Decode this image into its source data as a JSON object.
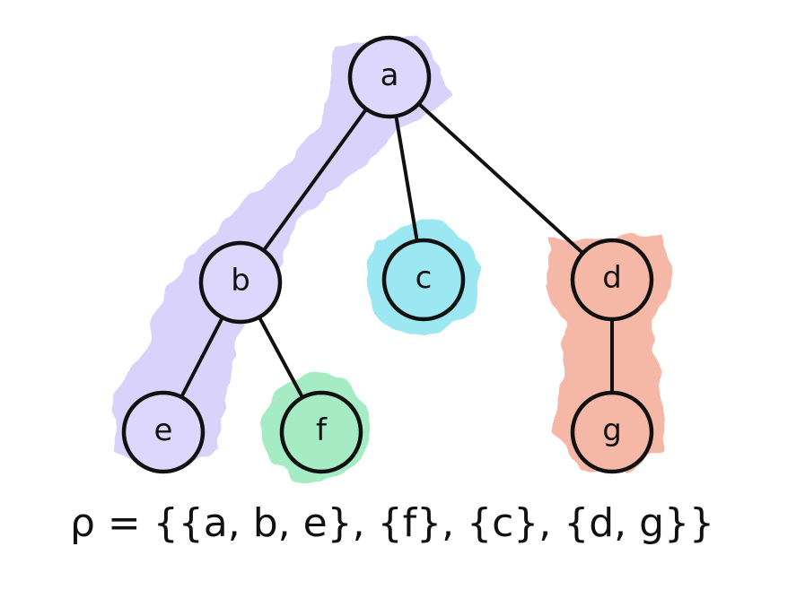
{
  "diagram": {
    "colors": {
      "purple_highlight": "#d9d2fb",
      "purple_node": "#ddd6fd",
      "cyan_highlight": "#9be7f2",
      "green_highlight": "#a5ecc4",
      "salmon_highlight": "#f6b8a6",
      "white_node": "#ffffff",
      "ink": "#111111"
    },
    "nodes": [
      {
        "id": "a",
        "label": "a",
        "fill": "purple_node"
      },
      {
        "id": "b",
        "label": "b",
        "fill": "purple_node"
      },
      {
        "id": "c",
        "label": "c",
        "fill": "cyan_highlight"
      },
      {
        "id": "d",
        "label": "d",
        "fill": "salmon_highlight"
      },
      {
        "id": "e",
        "label": "e",
        "fill": "purple_node"
      },
      {
        "id": "f",
        "label": "f",
        "fill": "green_highlight"
      },
      {
        "id": "g",
        "label": "g",
        "fill": "salmon_highlight"
      }
    ],
    "edges": [
      {
        "from": "a",
        "to": "b"
      },
      {
        "from": "a",
        "to": "c"
      },
      {
        "from": "a",
        "to": "d"
      },
      {
        "from": "b",
        "to": "e"
      },
      {
        "from": "b",
        "to": "f"
      },
      {
        "from": "d",
        "to": "g"
      }
    ],
    "partition": [
      {
        "color": "purple_highlight",
        "members": [
          "a",
          "b",
          "e"
        ]
      },
      {
        "color": "green_highlight",
        "members": [
          "f"
        ]
      },
      {
        "color": "cyan_highlight",
        "members": [
          "c"
        ]
      },
      {
        "color": "salmon_highlight",
        "members": [
          "d",
          "g"
        ]
      }
    ],
    "formula": "ρ = {{a, b, e}, {f}, {c}, {d, g}}"
  }
}
